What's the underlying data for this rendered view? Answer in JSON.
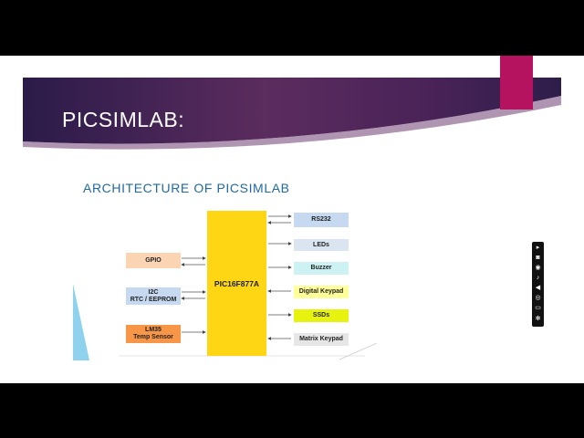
{
  "slide": {
    "title": "PICSIMLAB:",
    "subtitle": "ARCHITECTURE OF PICSIMLAB"
  },
  "diagram": {
    "mcu_label": "PIC16F877A",
    "left_blocks": [
      {
        "label_lines": [
          "GPIO"
        ],
        "color": "#fbd4b4"
      },
      {
        "label_lines": [
          "I2C",
          "RTC / EEPROM"
        ],
        "color": "#c6d9f1"
      },
      {
        "label_lines": [
          "LM35",
          "Temp Sensor"
        ],
        "color": "#f79646"
      }
    ],
    "right_blocks": [
      {
        "label": "RS232",
        "color": "#c6d9f1"
      },
      {
        "label": "LEDs",
        "color": "#dbe5f1"
      },
      {
        "label": "Buzzer",
        "color": "#ccf2f4"
      },
      {
        "label": "Digital Keypad",
        "color": "#ffff99"
      },
      {
        "label": "SSDs",
        "color": "#e8f20f"
      },
      {
        "label": "Matrix Keypad",
        "color": "#e6e6e6"
      }
    ]
  },
  "colors": {
    "banner_dark": "#2d1a4a",
    "banner_mid": "#5a2a5c",
    "accent": "#b5125f",
    "subtitle": "#1f6aa5",
    "mcu": "#ffd614"
  },
  "toolbar": {
    "icons": [
      "pointer-icon",
      "camera-icon",
      "record-icon",
      "microphone-icon",
      "volume-icon",
      "webcam-icon",
      "window-icon",
      "gear-icon"
    ]
  }
}
